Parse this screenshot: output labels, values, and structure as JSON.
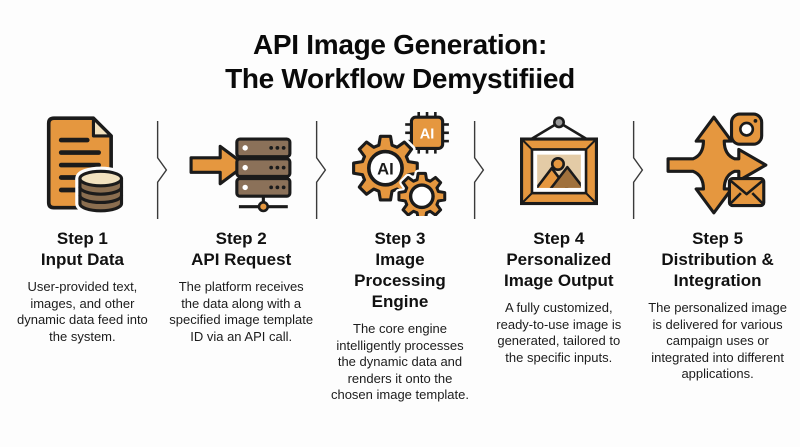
{
  "title": {
    "line1": "API Image Generation:",
    "line2": "The Workflow Demystifiied"
  },
  "colors": {
    "accent_orange": "#E5973F",
    "server_brown": "#8B7159",
    "database_brown": "#8A6E50",
    "cream": "#F2E2BF",
    "picture_tan": "#E3CBA6",
    "mountain_brown": "#A0713C",
    "outline_dark": "#1B1B1B",
    "separator_gray": "#3A3A3A",
    "background": "#FDFDFD"
  },
  "steps": [
    {
      "label": "Step 1",
      "title": "Input Data",
      "description": "User-provided text, images, and other dynamic data feed into the system.",
      "icon": "document-database-icon"
    },
    {
      "label": "Step 2",
      "title": "API Request",
      "description": "The platform receives the data along with a specified image template ID via an API call.",
      "icon": "arrow-into-servers-icon"
    },
    {
      "label": "Step 3",
      "title": "Image Processing Engine",
      "description": "The core engine intelligently processes the dynamic data and renders it onto the chosen image template.",
      "icon": "ai-gears-chip-icon"
    },
    {
      "label": "Step 4",
      "title": "Personalized Image Output",
      "description": "A fully customized, ready-to-use image is generated, tailored to the specific inputs.",
      "icon": "framed-picture-icon"
    },
    {
      "label": "Step 5",
      "title": "Distribution & Integration",
      "description": "The personalized image is delivered for various campaign uses or integrated into different applications.",
      "icon": "branching-arrows-social-icon"
    }
  ],
  "separator": {
    "glyph": "chevron-right"
  }
}
